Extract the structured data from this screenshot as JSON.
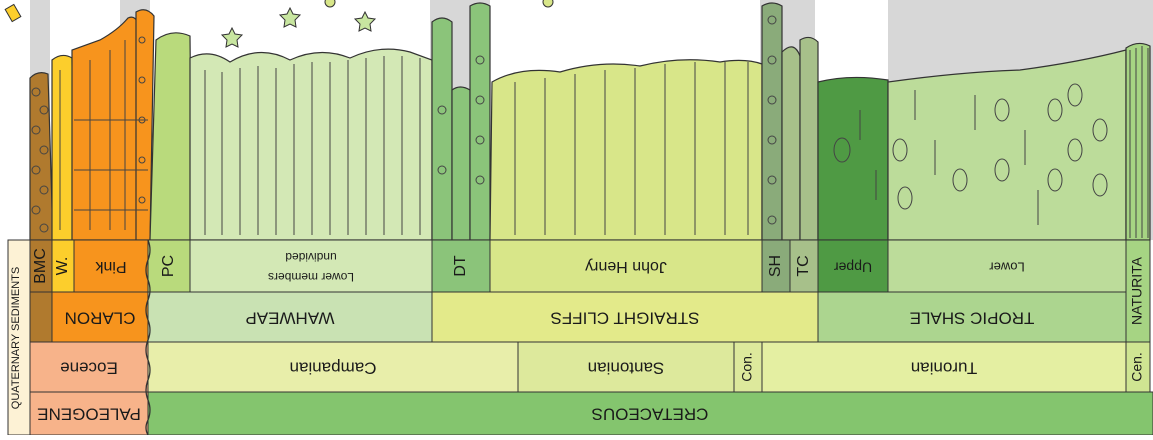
{
  "labels": {
    "era_paleogene": "PALEOGENE",
    "era_cretaceous": "CRETACEOUS",
    "quaternary": "QUATERNARY SEDIMENTS",
    "epoch_eocene": "Eocene",
    "epoch_campanian": "Campanian",
    "epoch_santonian": "Santonian",
    "epoch_coniacian": "Con.",
    "epoch_turonian": "Turonian",
    "epoch_cenomanian": "Cen.",
    "formation_claron": "CLARON",
    "formation_wahweap": "WAHWEAP",
    "formation_straight_cliffs": "STRAIGHT CLIFFS",
    "formation_tropic_shale": "TROPIC SHALE",
    "formation_naturita": "NATURITA",
    "member_bmc": "BMC",
    "member_w": "W.",
    "member_pink": "Pink",
    "member_pc": "PC",
    "member_lower_members": "Lower members",
    "member_undivided": "undivided",
    "member_dt": "DT",
    "member_john_henry": "John Henry",
    "member_sh": "SH",
    "member_tc": "TC",
    "member_upper": "Upper",
    "member_lower": "Lower"
  },
  "colors": {
    "cretaceous": "#84c56e",
    "paleogene_eocene": "#f7b38a",
    "campanian": "#e8eeaa",
    "santonian": "#dde99c",
    "turonian": "#e4efa2",
    "cenomanian": "#cfe592",
    "claron": "#f7941d",
    "wahweap": "#c9e2b3",
    "straight_cliffs": "#e3ea8a",
    "tropic_shale": "#acd58f",
    "naturita": "#a6d483",
    "bmc": "#b07a2e",
    "w_member": "#fcce2c",
    "pink_member": "#f7941d",
    "pc": "#b9da7c",
    "wahweap_lower": "#d3e8b5",
    "dt": "#8bc47a",
    "john_henry": "#d8e689",
    "sh": "#8aab7a",
    "tc": "#a7c08a",
    "upper_tropic": "#4f9a44",
    "lower_tropic": "#bcdc9a",
    "sky_band": "#d7d7d7",
    "quaternary": "#fdf2d5"
  }
}
